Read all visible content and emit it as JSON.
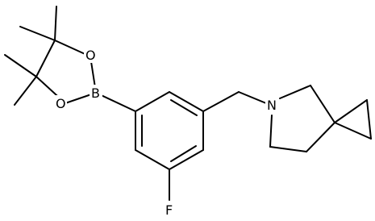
{
  "atoms": {
    "boron": "B",
    "oxygen_top": "O",
    "oxygen_bottom": "O",
    "nitrogen": "N",
    "fluorine": "F"
  },
  "colors": {
    "bond": "#000000",
    "background": "#ffffff"
  }
}
